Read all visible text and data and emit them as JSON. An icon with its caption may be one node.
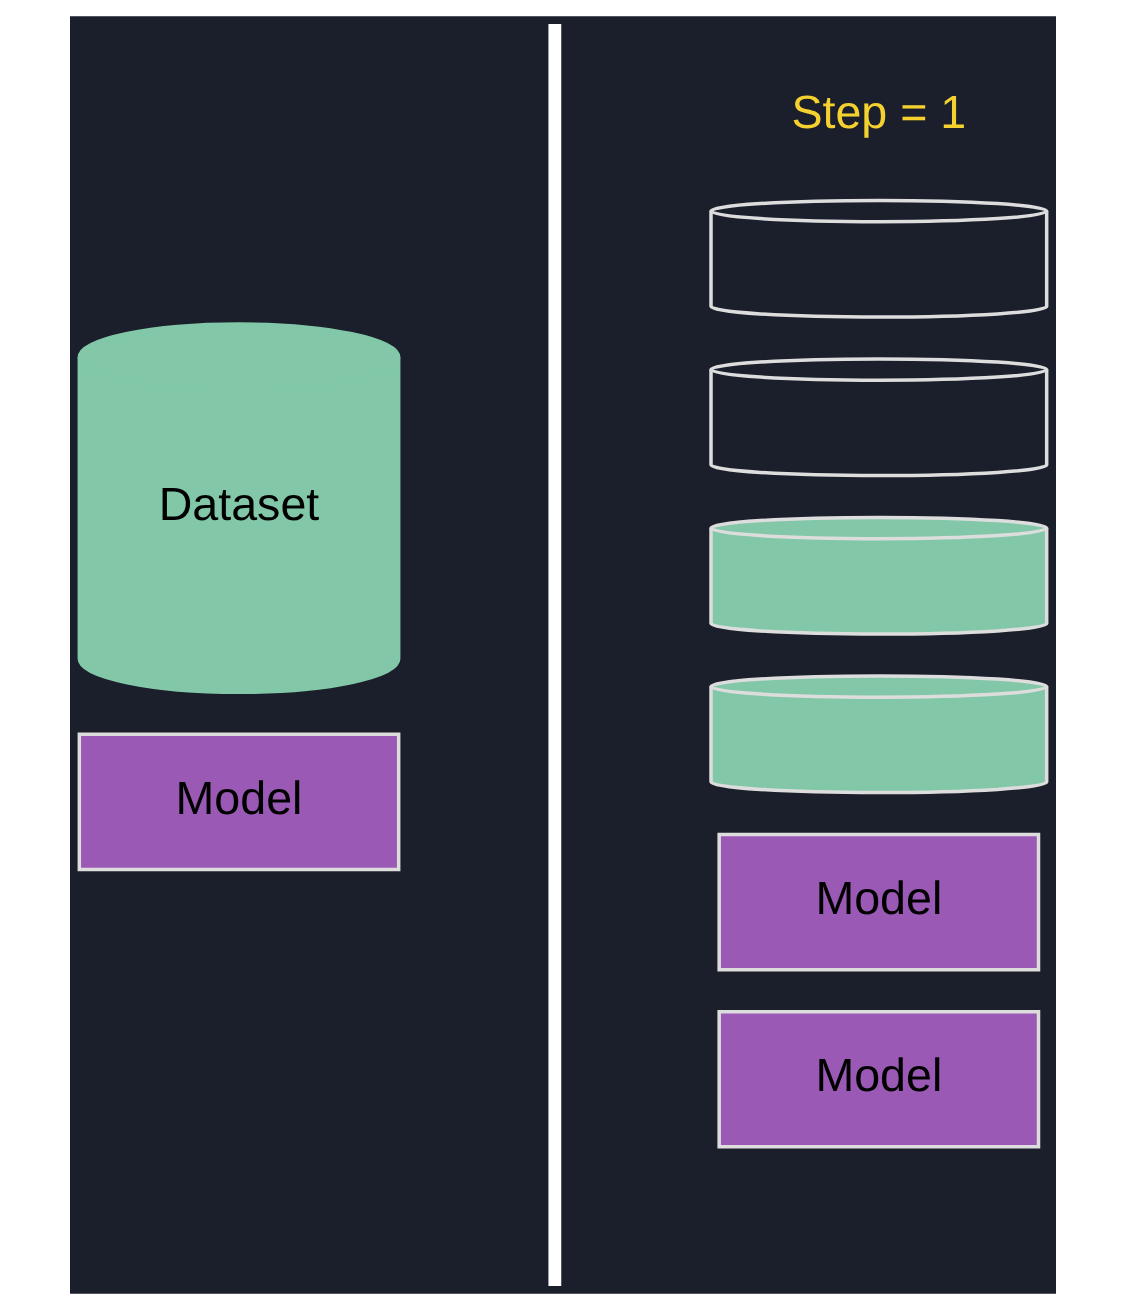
{
  "diagram": {
    "nodes": [
      {
        "text": [
          "Dataset"
        ]
      },
      {
        "text": [
          "Model"
        ]
      },
      {
        "text": [],
        "shape": "cylinder"
      },
      {
        "text": [],
        "shape": "cylinder"
      },
      {
        "text": [],
        "shape": "cylinder"
      },
      {
        "text": [],
        "shape": "cylinder"
      },
      {
        "text": [
          "Model"
        ]
      },
      {
        "text": [
          "Model"
        ]
      }
    ],
    "edges": [],
    "labels": [
      "Step = 1"
    ]
  }
}
